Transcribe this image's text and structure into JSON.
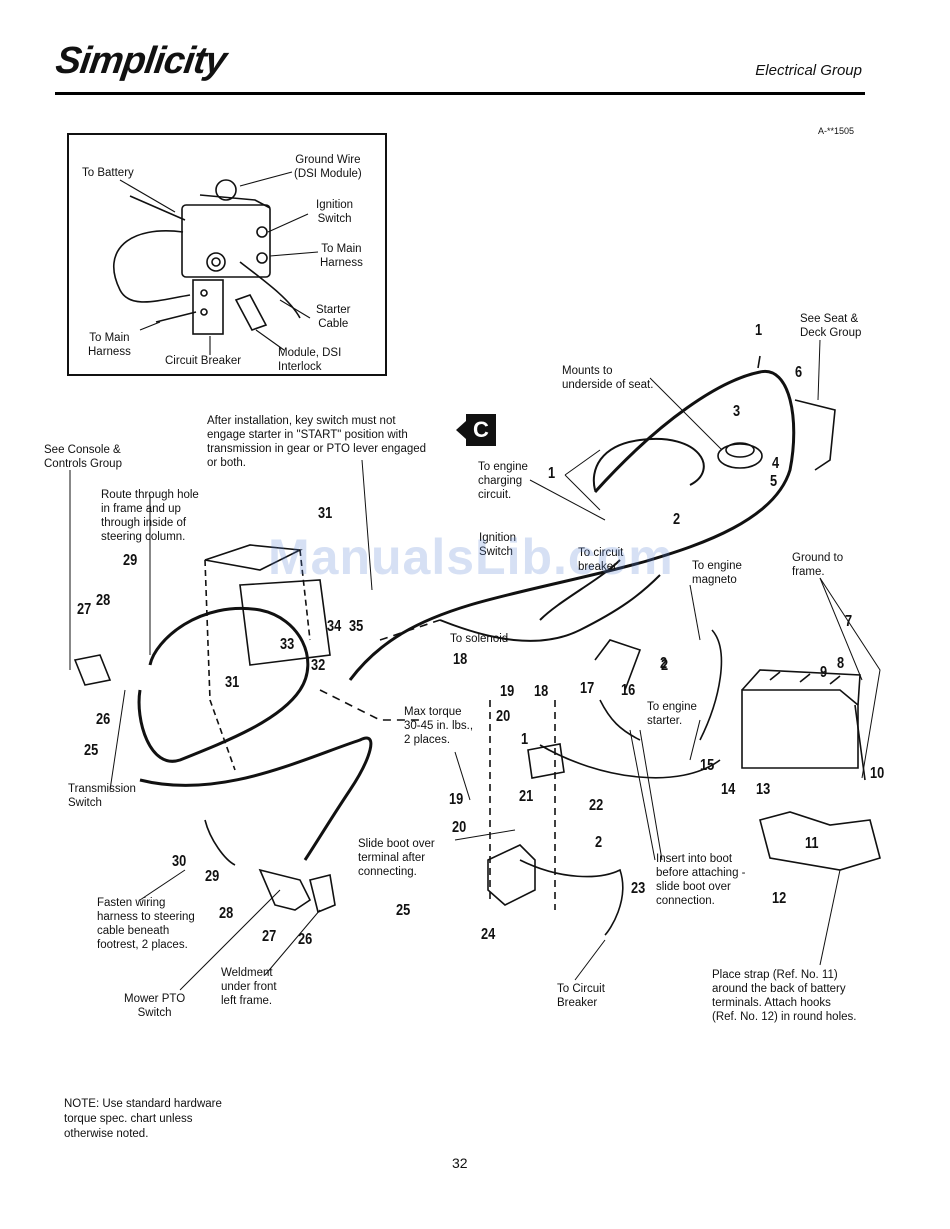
{
  "header": {
    "brand": "Simplicity",
    "section": "Electrical Group",
    "doc_id": "A-**1505"
  },
  "inset": {
    "labels": [
      "To Battery",
      "Ground Wire\n(DSI Module)",
      "Ignition\nSwitch",
      "To Main\nHarness",
      "Starter\nCable",
      "To Main\nHarness",
      "Circuit Breaker",
      "Module, DSI\nInterlock"
    ]
  },
  "callouts": {
    "see_seat": "See Seat &\nDeck Group",
    "mounts": "Mounts to\nunderside of seat.",
    "after_install": "After installation, key switch must not\nengage starter in \"START\" position with\ntransmission in gear or PTO lever engaged\nor both.",
    "see_console": "See Console &\nControls Group",
    "route": "Route through hole\nin frame and up\nthrough inside of\nsteering column.",
    "to_engine_charging": "To engine\ncharging\ncircuit.",
    "ignition_switch": "Ignition\nSwitch",
    "to_circuit_breaker_top": "To circuit\nbreaker",
    "to_engine_magneto": "To engine\nmagneto",
    "ground_to_frame": "Ground to\nframe.",
    "to_solenoid": "To solenoid",
    "max_torque": "Max torque\n30-45 in. lbs.,\n2 places.",
    "to_engine_starter": "To engine\nstarter.",
    "transmission_switch": "Transmission\nSwitch",
    "slide_boot": "Slide boot over\nterminal after\nconnecting.",
    "insert_boot": "Insert into boot\nbefore attaching -\nslide boot over\nconnection.",
    "fasten_wiring": "Fasten wiring\nharness to steering\ncable beneath\nfootrest, 2 places.",
    "weldment": "Weldment\nunder front\nleft frame.",
    "mower_pto": "Mower PTO\nSwitch",
    "to_circuit_breaker_bottom": "To Circuit\nBreaker",
    "place_strap": "Place strap (Ref. No. 11)\naround the back of battery\nterminals. Attach hooks\n(Ref. No. 12) in round holes."
  },
  "section_tag": "C",
  "watermark": "ManualsLib.com",
  "part_numbers": [
    "1",
    "6",
    "3",
    "4",
    "5",
    "1",
    "2",
    "31",
    "29",
    "28",
    "27",
    "26",
    "25",
    "33",
    "34",
    "35",
    "32",
    "31",
    "18",
    "19",
    "18",
    "17",
    "16",
    "20",
    "1",
    "21",
    "19",
    "20",
    "22",
    "2",
    "2",
    "7",
    "8",
    "9",
    "15",
    "14",
    "13",
    "10",
    "11",
    "12",
    "23",
    "24",
    "30",
    "29",
    "28",
    "27",
    "26",
    "25",
    "2"
  ],
  "note": "NOTE: Use standard hardware\ntorque spec. chart unless\notherwise noted.",
  "page_number": "32"
}
